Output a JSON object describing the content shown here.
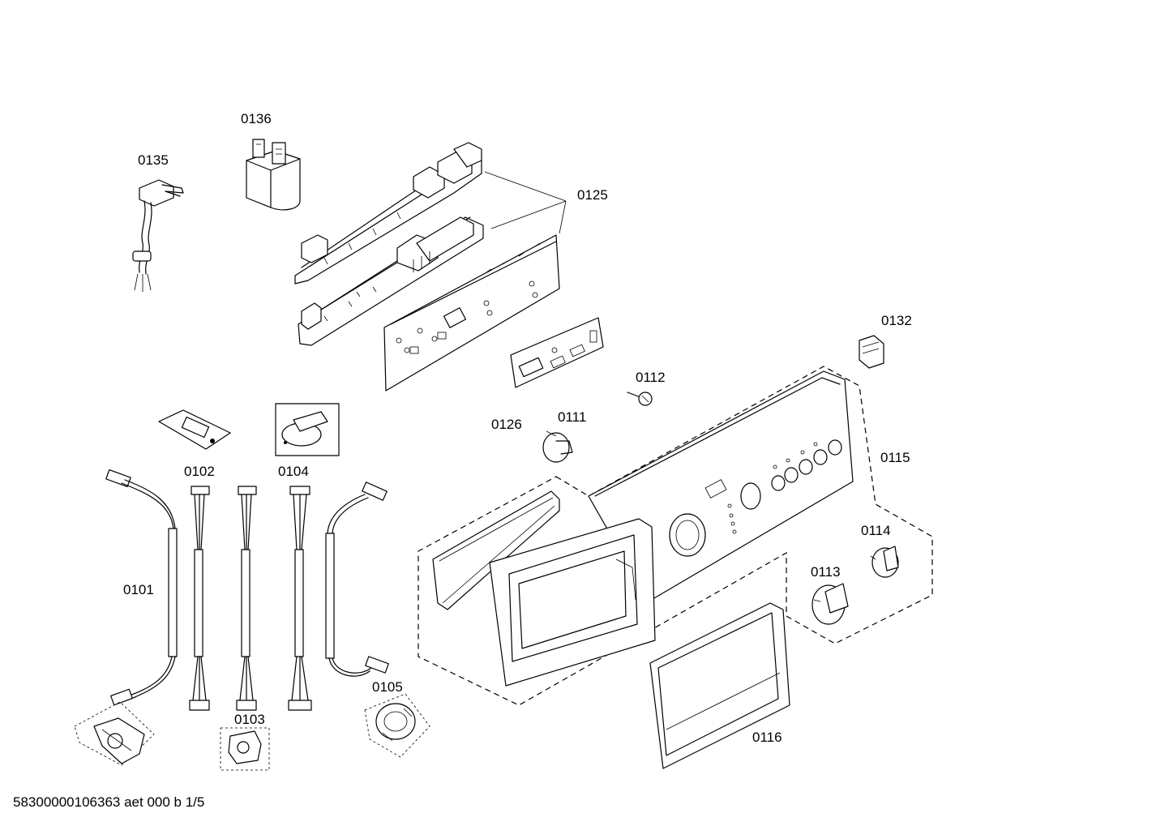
{
  "parts": {
    "p0101": "0101",
    "p0102": "0102",
    "p0103": "0103",
    "p0104": "0104",
    "p0105": "0105",
    "p0111": "0111",
    "p0112": "0112",
    "p0113": "0113",
    "p0114": "0114",
    "p0115": "0115",
    "p0116": "0116",
    "p0125": "0125",
    "p0126": "0126",
    "p0132": "0132",
    "p0135": "0135",
    "p0136": "0136"
  },
  "footer": "58300000106363 aet 000 b 1/5"
}
